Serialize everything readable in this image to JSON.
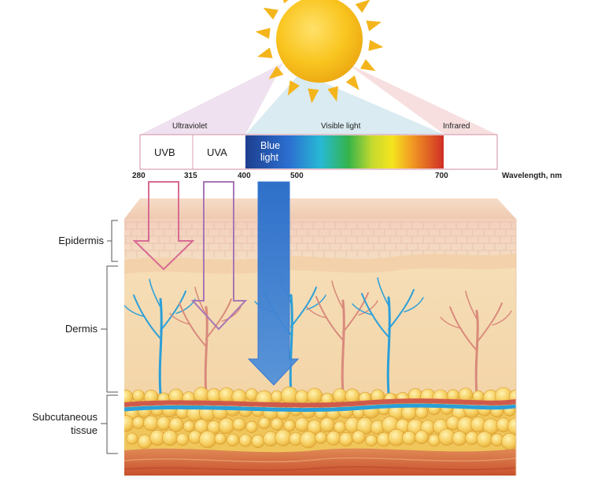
{
  "spectrum": {
    "bands": {
      "ultraviolet": "Ultraviolet",
      "visible": "Visible light",
      "infrared": "Infrared"
    },
    "boxes": {
      "uvb": "UVB",
      "uva": "UVA",
      "blue_line1": "Blue",
      "blue_line2": "light"
    },
    "ticks": [
      "280",
      "315",
      "400",
      "500",
      "700"
    ],
    "axis_label": "Wavelength, nm"
  },
  "skin": {
    "layers": {
      "epidermis": "Epidermis",
      "dermis": "Dermis",
      "subcutaneous_line1": "Subcutaneous",
      "subcutaneous_line2": "tissue"
    }
  },
  "colors": {
    "sun": "#f7c21c",
    "uvb_arrow": "#d76b93",
    "uva_arrow": "#a776b6",
    "blue_arrow": "#3f82d4",
    "vein": "#2b9fd8",
    "artery": "#d6665a"
  }
}
